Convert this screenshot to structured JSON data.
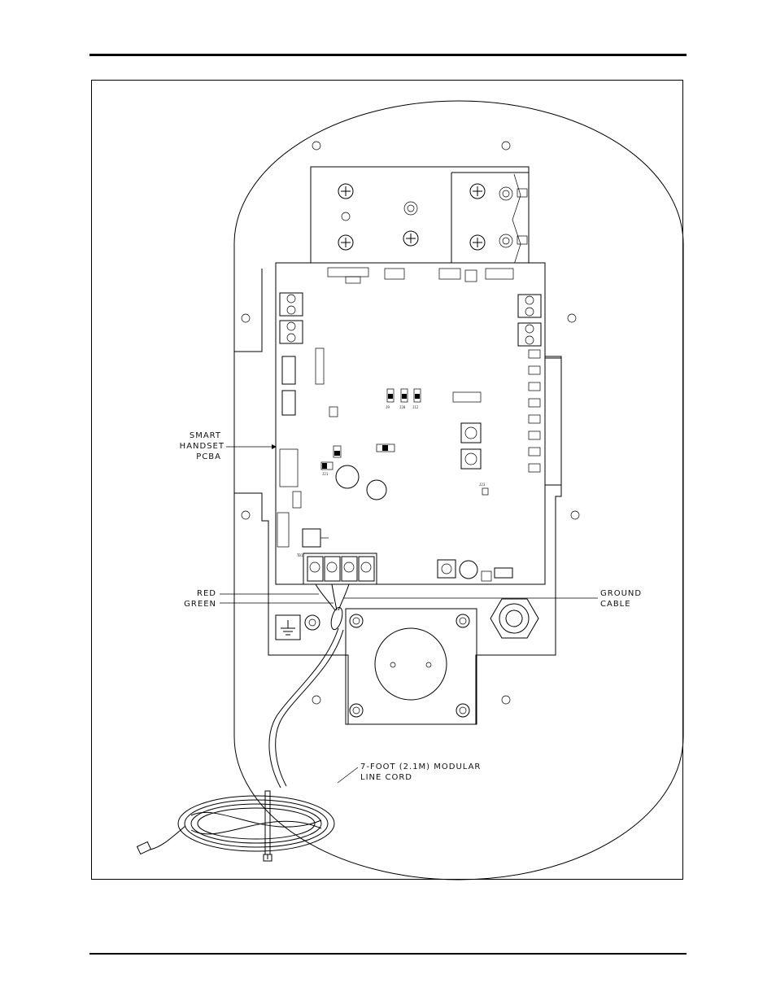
{
  "labels": {
    "smart_handset": [
      "SMART",
      "HANDSET",
      "PCBA"
    ],
    "red": "RED",
    "green": "GREEN",
    "ground_cable": [
      "GROUND",
      "CABLE"
    ],
    "line_cord": [
      "7-FOOT (2.1M) MODULAR",
      "LINE CORD"
    ]
  },
  "board_refs": {
    "terminal_block": "TB1",
    "jumpers": [
      "J9",
      "J20",
      "J12",
      "J21",
      "J23"
    ]
  },
  "icons": [
    "ground-symbol-icon",
    "screw-head-icon",
    "cable-gland-icon",
    "modular-plug-icon"
  ]
}
